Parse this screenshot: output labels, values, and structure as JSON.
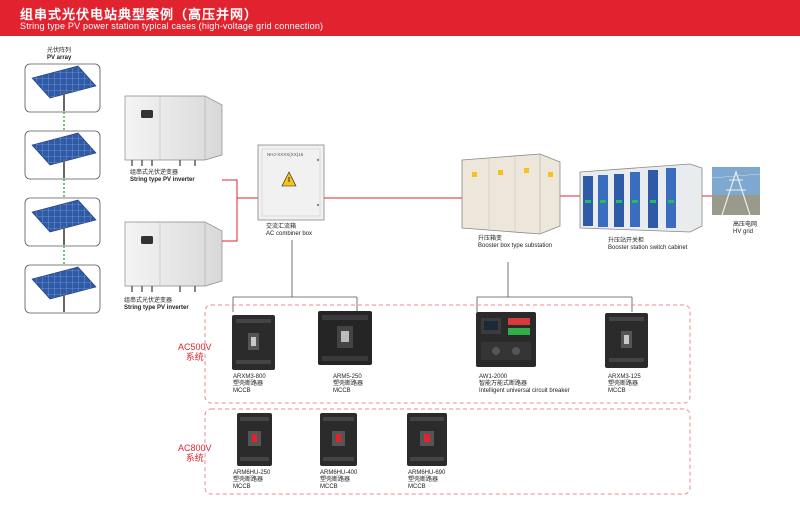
{
  "header": {
    "title_cn": "组串式光伏电站典型案例（高压并网）",
    "title_en": "String type PV power station typical cases (high-voltage grid connection)"
  },
  "pv_array": {
    "cn": "光伏阵列",
    "en": "PV array"
  },
  "inverter_top": {
    "cn": "组串式光伏逆变器",
    "en": "String type PV inverter"
  },
  "inverter_bottom": {
    "cn": "组串式光伏逆变器",
    "en": "String type PV inverter"
  },
  "combiner": {
    "cn": "交流汇流箱",
    "en": "AC combiner box",
    "plate": "NHJ-XXXX(XX)16"
  },
  "substation": {
    "cn": "升压箱变",
    "en": "Booster box type substation"
  },
  "switch_cabinet": {
    "cn": "升压站开关柜",
    "en": "Booster station switch cabinet"
  },
  "hv_grid": {
    "cn": "高压电网",
    "en": "HV grid"
  },
  "systems": [
    {
      "voltage": "AC500V",
      "suffix": "系统"
    },
    {
      "voltage": "AC800V",
      "suffix": "系统"
    }
  ],
  "products_500": [
    {
      "model": "ARXM3-800",
      "cn": "塑壳断路器",
      "en": "MCCB"
    },
    {
      "model": "ARM5-250",
      "cn": "塑壳断路器",
      "en": "MCCB"
    },
    {
      "model": "AW1-2000",
      "cn": "智能万能式断路器",
      "en": "Intelligent universal circuit breaker"
    },
    {
      "model": "ARXM3-125",
      "cn": "塑壳断路器",
      "en": "MCCB"
    }
  ],
  "products_800": [
    {
      "model": "ARM6HU-250",
      "cn": "塑壳断路器",
      "en": "MCCB"
    },
    {
      "model": "ARM6HU-400",
      "cn": "塑壳断路器",
      "en": "MCCB"
    },
    {
      "model": "ARM6HU-690",
      "cn": "塑壳断路器",
      "en": "MCCB"
    }
  ],
  "colors": {
    "brand_red": "#e1232f",
    "pv_link_green": "#2fae4a",
    "panel_blue": "#2f5aa8",
    "breaker_dark": "#2b2b2b"
  }
}
